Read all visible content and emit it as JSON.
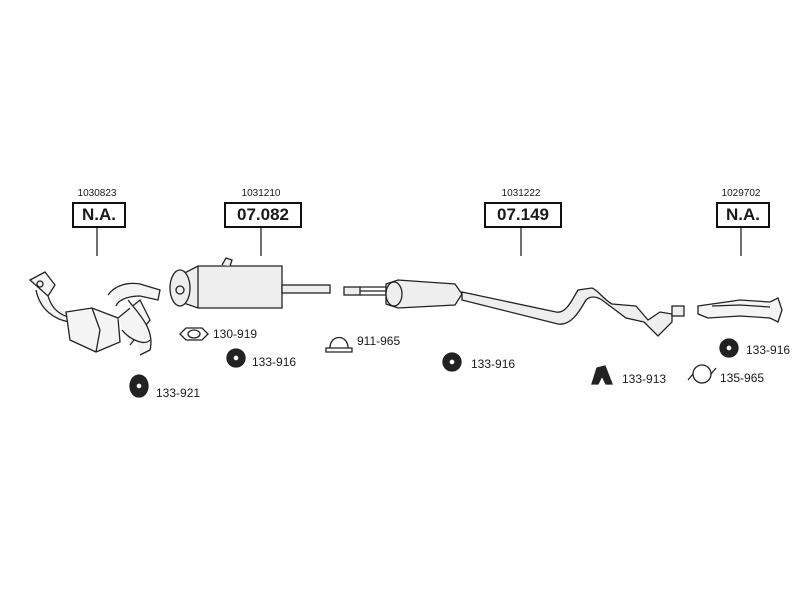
{
  "groups": [
    {
      "code": "1030823",
      "part_no": "N.A."
    },
    {
      "code": "1031210",
      "part_no": "07.082"
    },
    {
      "code": "1031222",
      "part_no": "07.149"
    },
    {
      "code": "1029702",
      "part_no": "N.A."
    }
  ],
  "parts": [
    {
      "label": "130-919",
      "icon": "gasket-ring-icon"
    },
    {
      "label": "133-916",
      "icon": "rubber-hanger-icon"
    },
    {
      "label": "133-921",
      "icon": "rubber-mount-icon"
    },
    {
      "label": "911-965",
      "icon": "u-clamp-icon"
    },
    {
      "label": "133-916",
      "icon": "rubber-hanger-icon"
    },
    {
      "label": "133-913",
      "icon": "rubber-bracket-icon"
    },
    {
      "label": "133-916",
      "icon": "rubber-hanger-icon"
    },
    {
      "label": "135-965",
      "icon": "pipe-clamp-icon"
    }
  ]
}
